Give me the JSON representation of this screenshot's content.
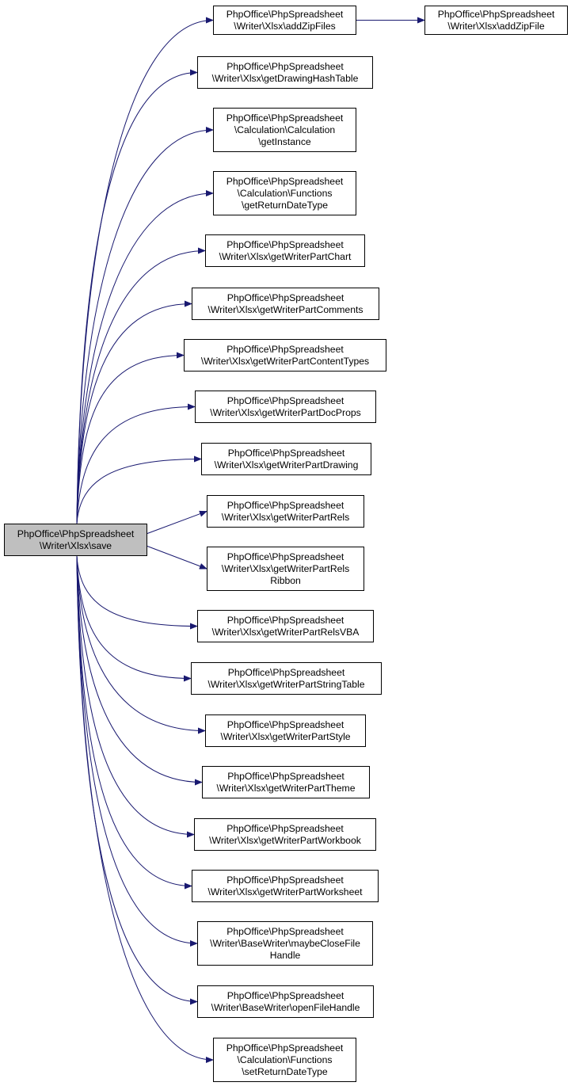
{
  "colors": {
    "edge": "#191970",
    "root_fill": "#bfbfbf",
    "node_fill": "#ffffff",
    "border": "#000000"
  },
  "root": {
    "id": "save",
    "lines": [
      "PhpOffice\\PhpSpreadsheet",
      "\\Writer\\Xlsx\\save"
    ]
  },
  "nodes": [
    {
      "id": "addZipFiles",
      "lines": [
        "PhpOffice\\PhpSpreadsheet",
        "\\Writer\\Xlsx\\addZipFiles"
      ]
    },
    {
      "id": "addZipFile",
      "lines": [
        "PhpOffice\\PhpSpreadsheet",
        "\\Writer\\Xlsx\\addZipFile"
      ]
    },
    {
      "id": "getDrawingHashTable",
      "lines": [
        "PhpOffice\\PhpSpreadsheet",
        "\\Writer\\Xlsx\\getDrawingHashTable"
      ]
    },
    {
      "id": "getInstance",
      "lines": [
        "PhpOffice\\PhpSpreadsheet",
        "\\Calculation\\Calculation",
        "\\getInstance"
      ]
    },
    {
      "id": "getReturnDateType",
      "lines": [
        "PhpOffice\\PhpSpreadsheet",
        "\\Calculation\\Functions",
        "\\getReturnDateType"
      ]
    },
    {
      "id": "getWriterPartChart",
      "lines": [
        "PhpOffice\\PhpSpreadsheet",
        "\\Writer\\Xlsx\\getWriterPartChart"
      ]
    },
    {
      "id": "getWriterPartComments",
      "lines": [
        "PhpOffice\\PhpSpreadsheet",
        "\\Writer\\Xlsx\\getWriterPartComments"
      ]
    },
    {
      "id": "getWriterPartContentTypes",
      "lines": [
        "PhpOffice\\PhpSpreadsheet",
        "\\Writer\\Xlsx\\getWriterPartContentTypes"
      ]
    },
    {
      "id": "getWriterPartDocProps",
      "lines": [
        "PhpOffice\\PhpSpreadsheet",
        "\\Writer\\Xlsx\\getWriterPartDocProps"
      ]
    },
    {
      "id": "getWriterPartDrawing",
      "lines": [
        "PhpOffice\\PhpSpreadsheet",
        "\\Writer\\Xlsx\\getWriterPartDrawing"
      ]
    },
    {
      "id": "getWriterPartRels",
      "lines": [
        "PhpOffice\\PhpSpreadsheet",
        "\\Writer\\Xlsx\\getWriterPartRels"
      ]
    },
    {
      "id": "getWriterPartRelsRibbon",
      "lines": [
        "PhpOffice\\PhpSpreadsheet",
        "\\Writer\\Xlsx\\getWriterPartRels",
        "Ribbon"
      ]
    },
    {
      "id": "getWriterPartRelsVBA",
      "lines": [
        "PhpOffice\\PhpSpreadsheet",
        "\\Writer\\Xlsx\\getWriterPartRelsVBA"
      ]
    },
    {
      "id": "getWriterPartStringTable",
      "lines": [
        "PhpOffice\\PhpSpreadsheet",
        "\\Writer\\Xlsx\\getWriterPartStringTable"
      ]
    },
    {
      "id": "getWriterPartStyle",
      "lines": [
        "PhpOffice\\PhpSpreadsheet",
        "\\Writer\\Xlsx\\getWriterPartStyle"
      ]
    },
    {
      "id": "getWriterPartTheme",
      "lines": [
        "PhpOffice\\PhpSpreadsheet",
        "\\Writer\\Xlsx\\getWriterPartTheme"
      ]
    },
    {
      "id": "getWriterPartWorkbook",
      "lines": [
        "PhpOffice\\PhpSpreadsheet",
        "\\Writer\\Xlsx\\getWriterPartWorkbook"
      ]
    },
    {
      "id": "getWriterPartWorksheet",
      "lines": [
        "PhpOffice\\PhpSpreadsheet",
        "\\Writer\\Xlsx\\getWriterPartWorksheet"
      ]
    },
    {
      "id": "maybeCloseFileHandle",
      "lines": [
        "PhpOffice\\PhpSpreadsheet",
        "\\Writer\\BaseWriter\\maybeCloseFile",
        "Handle"
      ]
    },
    {
      "id": "openFileHandle",
      "lines": [
        "PhpOffice\\PhpSpreadsheet",
        "\\Writer\\BaseWriter\\openFileHandle"
      ]
    },
    {
      "id": "setReturnDateType",
      "lines": [
        "PhpOffice\\PhpSpreadsheet",
        "\\Calculation\\Functions",
        "\\setReturnDateType"
      ]
    }
  ],
  "edges": [
    [
      "save",
      "addZipFiles"
    ],
    [
      "addZipFiles",
      "addZipFile"
    ],
    [
      "save",
      "getDrawingHashTable"
    ],
    [
      "save",
      "getInstance"
    ],
    [
      "save",
      "getReturnDateType"
    ],
    [
      "save",
      "getWriterPartChart"
    ],
    [
      "save",
      "getWriterPartComments"
    ],
    [
      "save",
      "getWriterPartContentTypes"
    ],
    [
      "save",
      "getWriterPartDocProps"
    ],
    [
      "save",
      "getWriterPartDrawing"
    ],
    [
      "save",
      "getWriterPartRels"
    ],
    [
      "save",
      "getWriterPartRelsRibbon"
    ],
    [
      "save",
      "getWriterPartRelsVBA"
    ],
    [
      "save",
      "getWriterPartStringTable"
    ],
    [
      "save",
      "getWriterPartStyle"
    ],
    [
      "save",
      "getWriterPartTheme"
    ],
    [
      "save",
      "getWriterPartWorkbook"
    ],
    [
      "save",
      "getWriterPartWorksheet"
    ],
    [
      "save",
      "maybeCloseFileHandle"
    ],
    [
      "save",
      "openFileHandle"
    ],
    [
      "save",
      "setReturnDateType"
    ]
  ]
}
